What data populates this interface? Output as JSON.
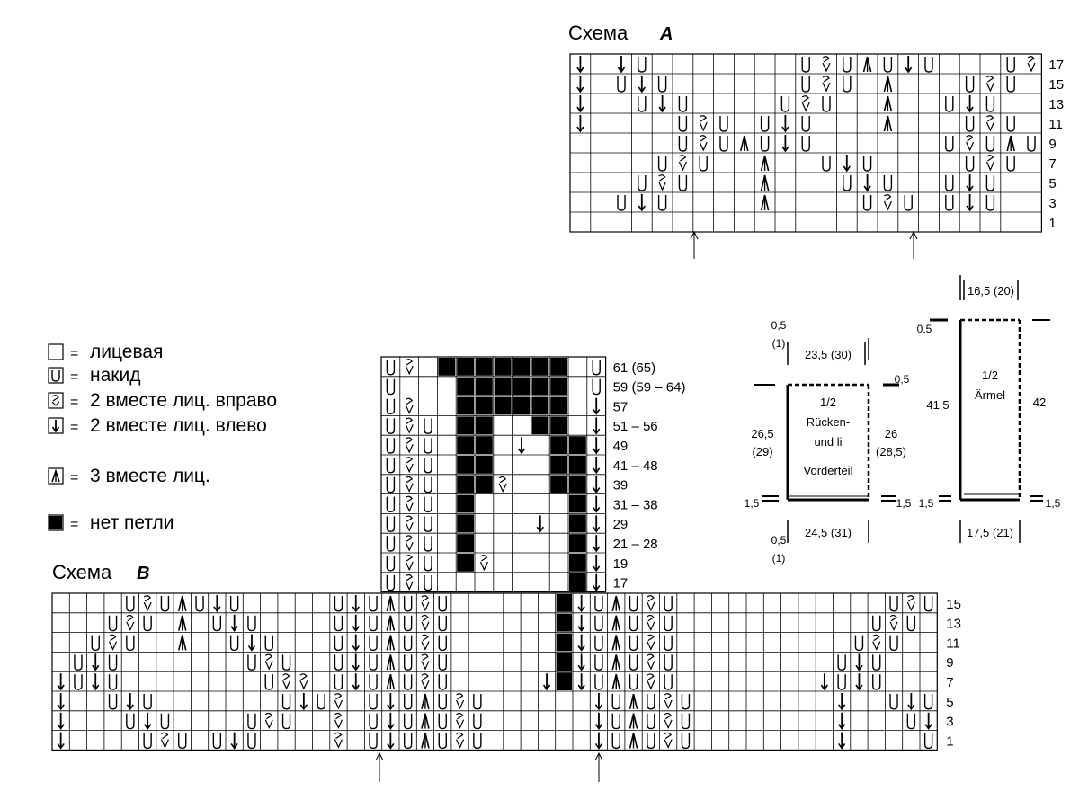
{
  "schema_a": {
    "title": "Схема",
    "letter": "A",
    "cols": 23,
    "rows": [
      "D.DU.......UYUAUDU...UYY",
      "D.UDU......UYU.A...UYU.Y",
      "D..UDU....UYU..A..UDU..UYU..Y",
      "D....UYU.UDU...A...UYU..DUDU...Y",
      ".....UYUAUDU......UYUAUDU......",
      "....UYU..A..UDU....UYU..A..UDU....",
      "...UYU...A...UDU..UDU...A...UDU...",
      "..UDU....A....UYU.UDU....A....UYU..",
      "..............................."
    ],
    "row_labels": [
      "17",
      "15",
      "13",
      "11",
      "9",
      "7",
      "5",
      "3",
      "1"
    ]
  },
  "schema_b": {
    "title": "Схема",
    "letter": "B",
    "row_labels_top": [
      "61 (65)",
      "59 (59 – 64)",
      "57",
      "51 – 56",
      "49",
      "41 – 48",
      "39",
      "31 – 38",
      "29",
      "21 – 28",
      "19",
      "17"
    ],
    "row_labels_bottom": [
      "15",
      "13",
      "11",
      "9",
      "7",
      "5",
      "3",
      "1"
    ]
  },
  "legend": [
    {
      "symbol": "empty",
      "label": "лицевая"
    },
    {
      "symbol": "U",
      "label": "накид"
    },
    {
      "symbol": "Y",
      "label": "2 вместе лиц. вправо"
    },
    {
      "symbol": "D",
      "label": "2 вместе лиц. влево"
    },
    {
      "symbol": "A",
      "label": "3 вместе лиц."
    },
    {
      "symbol": "X",
      "label": "нет петли"
    }
  ],
  "body_piece": {
    "title_lines": [
      "1/2",
      "Rücken-",
      "und li",
      "Vorderteil"
    ],
    "top_width": "23,5 (30)",
    "bottom_width": "24,5 (31)",
    "left_height": [
      "26,5",
      "(29)"
    ],
    "right_height": [
      "26",
      "(28,5)"
    ],
    "top_left_small": [
      "0,5",
      "(1)"
    ],
    "top_right_small": "0,5",
    "bottom_left_small": [
      "0,5",
      "(1)"
    ],
    "left_hem": "1,5",
    "right_hem": "1,5"
  },
  "sleeve_piece": {
    "title_lines": [
      "1/2",
      "Ärmel"
    ],
    "top_width": "16,5 (20)",
    "bottom_width": "17,5 (21)",
    "left_height": "41,5",
    "right_height": "42",
    "top_small": "0,5",
    "left_hem": "1,5",
    "right_hem": "1,5"
  }
}
